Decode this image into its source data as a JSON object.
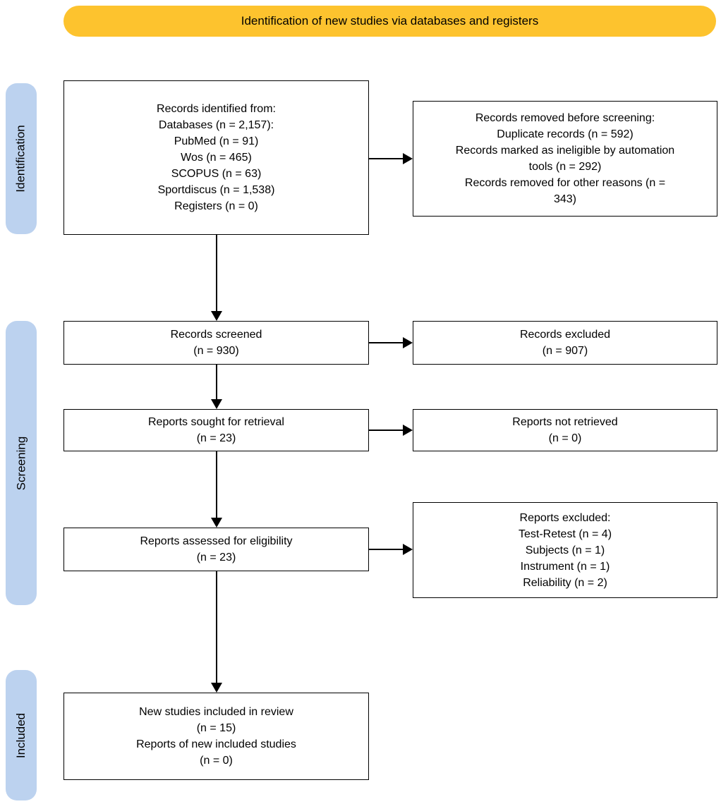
{
  "banner": {
    "title": "Identification of new studies via databases and registers"
  },
  "sidebar": {
    "stages": [
      {
        "label": "Identification"
      },
      {
        "label": "Screening"
      },
      {
        "label": "Included"
      }
    ]
  },
  "flow": {
    "identified": {
      "lines": [
        "Records identified from:",
        "Databases (n = 2,157):",
        "PubMed (n = 91)",
        "Wos (n = 465)",
        "SCOPUS (n = 63)",
        "Sportdiscus (n = 1,538)",
        "Registers (n = 0)"
      ]
    },
    "removed": {
      "lines": [
        "Records removed before screening:",
        "Duplicate records (n = 592)",
        "Records marked as ineligible by automation",
        "tools (n = 292)",
        "Records removed for other reasons (n =",
        "343)"
      ]
    },
    "screened": {
      "lines": [
        "Records screened",
        "(n = 930)"
      ]
    },
    "excluded": {
      "lines": [
        "Records excluded",
        "(n = 907)"
      ]
    },
    "sought": {
      "lines": [
        "Reports sought for retrieval",
        "(n = 23)"
      ]
    },
    "not_retrieved": {
      "lines": [
        "Reports not retrieved",
        "(n = 0)"
      ]
    },
    "assessed": {
      "lines": [
        "Reports assessed for eligibility",
        "(n = 23)"
      ]
    },
    "reports_excluded": {
      "lines": [
        "Reports excluded:",
        "Test-Retest (n = 4)",
        "Subjects (n = 1)",
        "Instrument (n = 1)",
        "Reliability (n = 2)"
      ]
    },
    "included": {
      "lines": [
        "New studies included in review",
        "(n = 15)",
        "Reports of new included studies",
        "(n = 0)"
      ]
    }
  },
  "colors": {
    "banner_bg": "#FDC32E",
    "stage_bg": "#BCD2EF",
    "box_bg": "#FFFFFF",
    "box_border": "#000000",
    "arrow": "#000000",
    "text": "#000000"
  }
}
